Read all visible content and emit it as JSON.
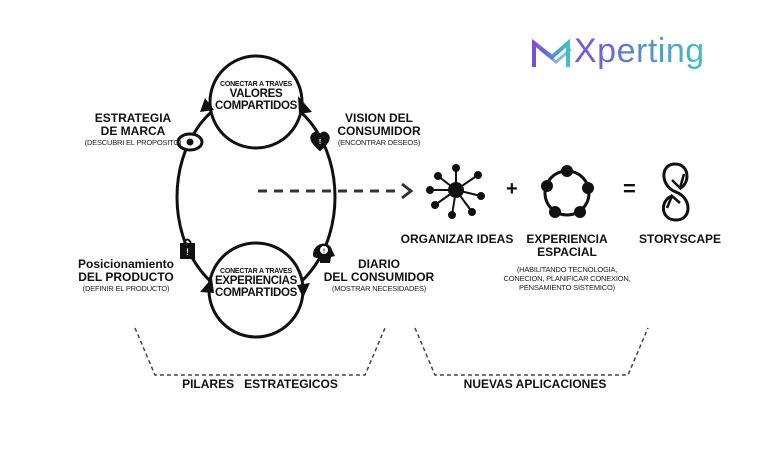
{
  "logo": {
    "text": "Xperting",
    "color_start": "#7a4fd3",
    "color_end": "#3ec3c3"
  },
  "cycle": {
    "top_circle": {
      "small": "CONECTAR A TRAVES",
      "line1": "VALORES",
      "line2": "COMPARTIDOS"
    },
    "bottom_circle": {
      "small": "CONECTAR A TRAVES",
      "line1": "EXPERIENCIAS",
      "line2": "COMPARTIDOS"
    },
    "top_left": {
      "line1": "ESTRATEGIA",
      "line2": "DE MARCA",
      "sub": "(DESCUBRI EL PROPOSITO)"
    },
    "top_right": {
      "line1": "VISION DEL",
      "line2": "CONSUMIDOR",
      "sub": "(ENCONTRAR DESEOS)"
    },
    "bottom_left": {
      "line1": "Posicionamiento",
      "line2": "DEL PRODUCTO",
      "sub": "(DEFINIR EL PRODUCTO)"
    },
    "bottom_right": {
      "line1": "DIARIO",
      "line2": "DEL CONSUMIDOR",
      "sub": "(MOSTRAR NECESIDADES)"
    }
  },
  "equation": {
    "plus": "+",
    "equals": "=",
    "item1": {
      "label": "ORGANIZAR IDEAS"
    },
    "item2": {
      "line1": "EXPERIENCIA",
      "line2": "ESPACIAL",
      "sub1": "(HABILITANDO TECNOLOGIA,",
      "sub2": "CONECION, PLANIFICAR CONEXION,",
      "sub3": "PENSAMIENTO SISTEMICO)"
    },
    "item3": {
      "label": "STORYSCAPE"
    }
  },
  "sections": {
    "left": "PILARES   ESTRATEGICOS",
    "right": "NUEVAS APLICACIONES"
  }
}
